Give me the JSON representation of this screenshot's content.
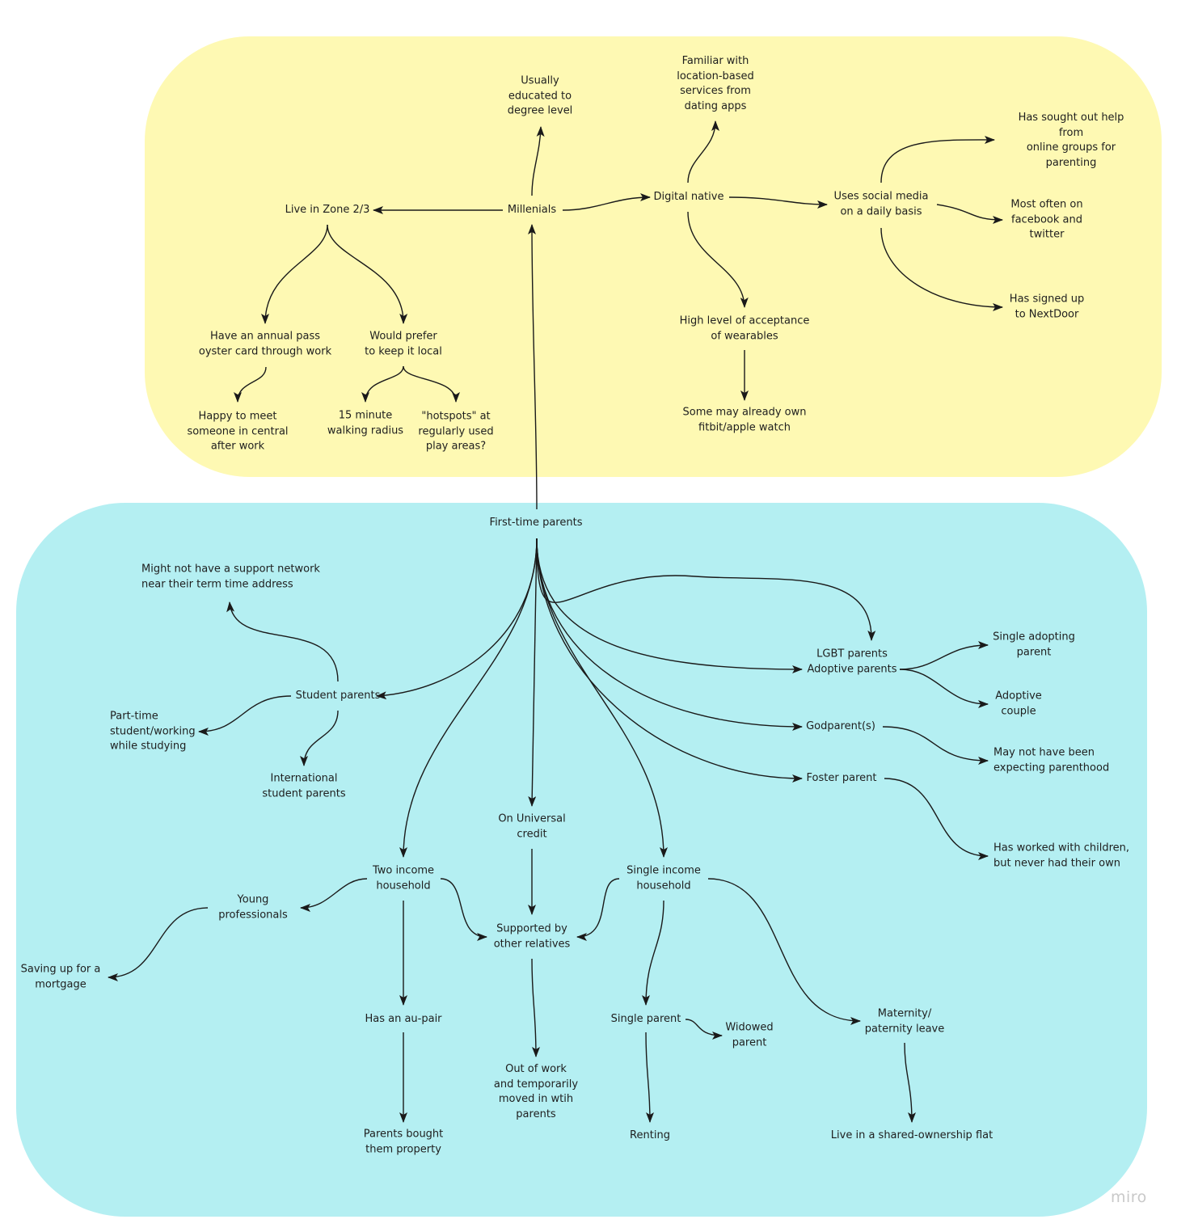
{
  "nodes": {
    "millenials": "Millenials",
    "live_zone": "Live in Zone 2/3",
    "educated": "Usually\neducated to\ndegree level",
    "digital_native": "Digital native",
    "familiar_location": "Familiar with\nlocation-based\nservices from\ndating apps",
    "social_media": "Uses social media\non a daily basis",
    "sought_help": "Has sought out help from\nonline groups for parenting",
    "facebook_twitter": "Most often on\nfacebook and\ntwitter",
    "nextdoor": "Has signed up\nto NextDoor",
    "wearables": "High level of acceptance\nof wearables",
    "fitbit": "Some may already own\nfitbit/apple watch",
    "oyster": "Have an annual pass\noyster card through work",
    "keep_local": "Would prefer\nto keep it local",
    "meet_central": "Happy to meet\nsomeone in central\nafter work",
    "walking_radius": "15 minute\nwalking radius",
    "hotspots": "\"hotspots\" at\nregularly used\nplay areas?",
    "first_time_parents": "First-time parents",
    "support_network": "Might not have a support network\nnear their term time address",
    "student_parents": "Student parents",
    "part_time": "Part-time\nstudent/working\nwhile studying",
    "international": "International\nstudent parents",
    "lgbt_adoptive": "LGBT parents\nAdoptive parents",
    "single_adopting": "Single adopting\nparent",
    "adoptive_couple": "Adoptive\ncouple",
    "godparents": "Godparent(s)",
    "not_expecting": "May not have been\nexpecting parenthood",
    "foster": "Foster parent",
    "worked_children": "Has worked with children,\nbut never had their own",
    "universal_credit": "On Universal\ncredit",
    "two_income": "Two income\nhousehold",
    "single_income": "Single income\nhousehold",
    "young_professionals": "Young\nprofessionals",
    "mortgage": "Saving up for a\nmortgage",
    "supported_relatives": "Supported by\nother relatives",
    "au_pair": "Has an au-pair",
    "property": "Parents bought\nthem property",
    "out_of_work": "Out of work\nand temporarily\nmoved in wtih\nparents",
    "single_parent": "Single parent",
    "widowed": "Widowed\nparent",
    "renting": "Renting",
    "maternity": "Maternity/\npaternity leave",
    "shared_ownership": "Live in a shared-ownership flat"
  },
  "watermark": "miro",
  "colors": {
    "zone_top": "#fef9b3",
    "zone_bottom": "#b4eff2",
    "edge": "#1a1a1a",
    "text": "#1e1e1e"
  }
}
